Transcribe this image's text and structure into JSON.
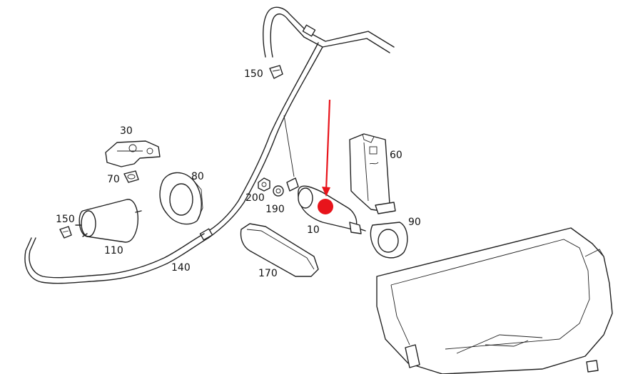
{
  "labels": {
    "p10": "10",
    "p30": "30",
    "p60": "60",
    "p70": "70",
    "p80": "80",
    "p90": "90",
    "p110": "110",
    "p140": "140",
    "p150a": "150",
    "p150b": "150",
    "p170": "170",
    "p190": "190",
    "p200": "200"
  },
  "colors": {
    "line": "#222222",
    "marker": "#e8141b",
    "background": "#ffffff"
  }
}
